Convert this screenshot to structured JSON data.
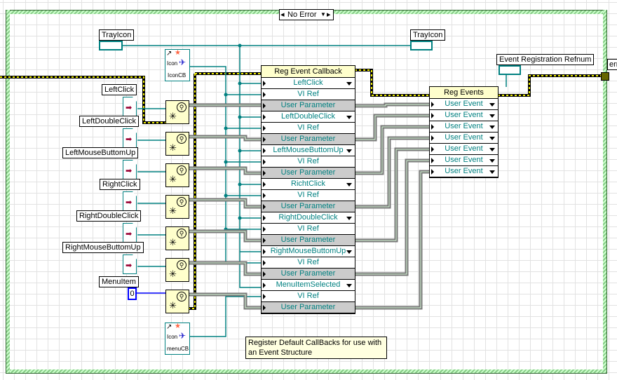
{
  "case_structure": {
    "selector_value": "No Error"
  },
  "trayicon_control": {
    "label": "TrayIcon"
  },
  "trayicon_indicator": {
    "label": "TrayIcon"
  },
  "event_refnum_indicator": {
    "label": "Event Registration Refnum"
  },
  "error_out": {
    "label": "err"
  },
  "event_labels": [
    "LeftClick",
    "LeftDoubleClick",
    "LeftMouseButtomUp",
    "RightClick",
    "RightDoubleClick",
    "RightMouseButtomUp",
    "MenuItem"
  ],
  "menuitem_constant": "0",
  "icon_cb": {
    "top": "Icon",
    "bottom": "IconCB"
  },
  "menu_cb": {
    "top": "Icon",
    "bottom": "menuCB"
  },
  "reg_event_callback": {
    "title": "Reg Event Callback",
    "rows": [
      {
        "label": "LeftClick",
        "type": "event"
      },
      {
        "label": "VI Ref",
        "type": "ref"
      },
      {
        "label": "User Parameter",
        "type": "param"
      },
      {
        "label": "LeftDoubleClick",
        "type": "event"
      },
      {
        "label": "VI Ref",
        "type": "ref"
      },
      {
        "label": "User Parameter",
        "type": "param"
      },
      {
        "label": "LeftMouseButtomUp",
        "type": "event"
      },
      {
        "label": "VI Ref",
        "type": "ref"
      },
      {
        "label": "User Parameter",
        "type": "param"
      },
      {
        "label": "RichtClick",
        "type": "event"
      },
      {
        "label": "VI Ref",
        "type": "ref"
      },
      {
        "label": "User Parameter",
        "type": "param"
      },
      {
        "label": "RightDoubleClick",
        "type": "event"
      },
      {
        "label": "VI Ref",
        "type": "ref"
      },
      {
        "label": "User Parameter",
        "type": "param"
      },
      {
        "label": "RightMouseButtomUp",
        "type": "event"
      },
      {
        "label": "VI Ref",
        "type": "ref"
      },
      {
        "label": "User Parameter",
        "type": "param"
      },
      {
        "label": "MenuItemSelected",
        "type": "event"
      },
      {
        "label": "VI Ref",
        "type": "ref"
      },
      {
        "label": "User Parameter",
        "type": "param"
      }
    ]
  },
  "reg_events": {
    "title": "Reg Events",
    "rows": [
      "User Event",
      "User Event",
      "User Event",
      "User Event",
      "User Event",
      "User Event",
      "User Event"
    ]
  },
  "comment": "Register Default CallBacks for use with an Event Structure",
  "colors": {
    "wire_refnum": "#008080",
    "wire_error": "#cccc00",
    "wire_int": "#0000ff",
    "frame": "#99cc99"
  }
}
